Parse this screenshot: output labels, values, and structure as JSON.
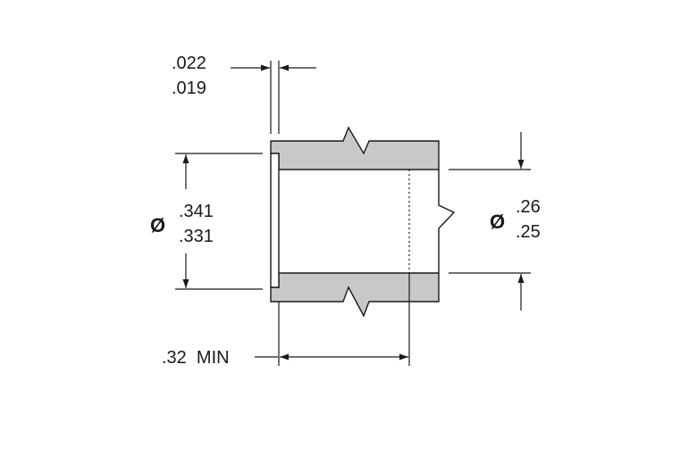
{
  "colors": {
    "body_fill": "#c8c8c8",
    "outline": "#1a1a1a",
    "background": "#ffffff"
  },
  "dimensions": {
    "flange_thickness": {
      "upper": ".022",
      "lower": ".019"
    },
    "outer_diameter": {
      "symbol": "Ø",
      "upper": ".341",
      "lower": ".331"
    },
    "inner_diameter": {
      "symbol": "Ø",
      "upper": ".26",
      "lower": ".25"
    },
    "min_length": {
      "label": ".32  MIN"
    }
  }
}
